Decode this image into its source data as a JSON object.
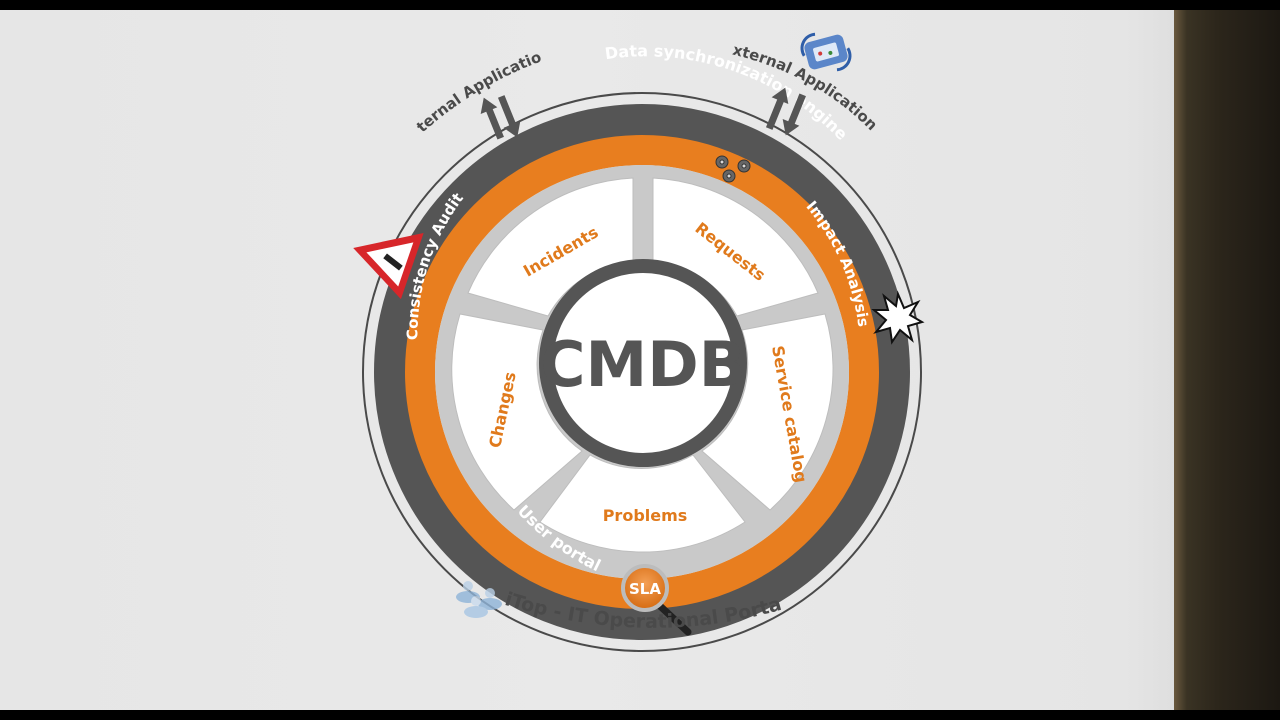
{
  "center": {
    "label": "CMDB"
  },
  "segments": [
    {
      "label": "Incidents"
    },
    {
      "label": "Requests"
    },
    {
      "label": "Service catalog"
    },
    {
      "label": "Problems"
    },
    {
      "label": "Changes"
    }
  ],
  "orange_ring": {
    "left_label": "Consistency Audit",
    "right_label": "Impact Analysis"
  },
  "dark_ring": {
    "top_label": "Data synchronization engine",
    "bottom_label": "User portal"
  },
  "external": {
    "left_label": "External Applications",
    "right_label": "External Applications"
  },
  "sla_badge": {
    "label": "SLA"
  },
  "footer": {
    "label": "iTop - IT Operational Portal"
  },
  "colors": {
    "orange": "#e87e1f",
    "dark_gray": "#555555",
    "ring_gray": "#4a4a4a",
    "background": "#e8e8e8",
    "segment_fill": "#ffffff",
    "segment_text": "#e07a1c",
    "white_text": "#ffffff"
  },
  "icons": [
    "warning-sign-icon",
    "gears-icon",
    "explosion-icon",
    "magnifier-icon",
    "users-icon",
    "network-icon",
    "sync-arrows-icon"
  ]
}
